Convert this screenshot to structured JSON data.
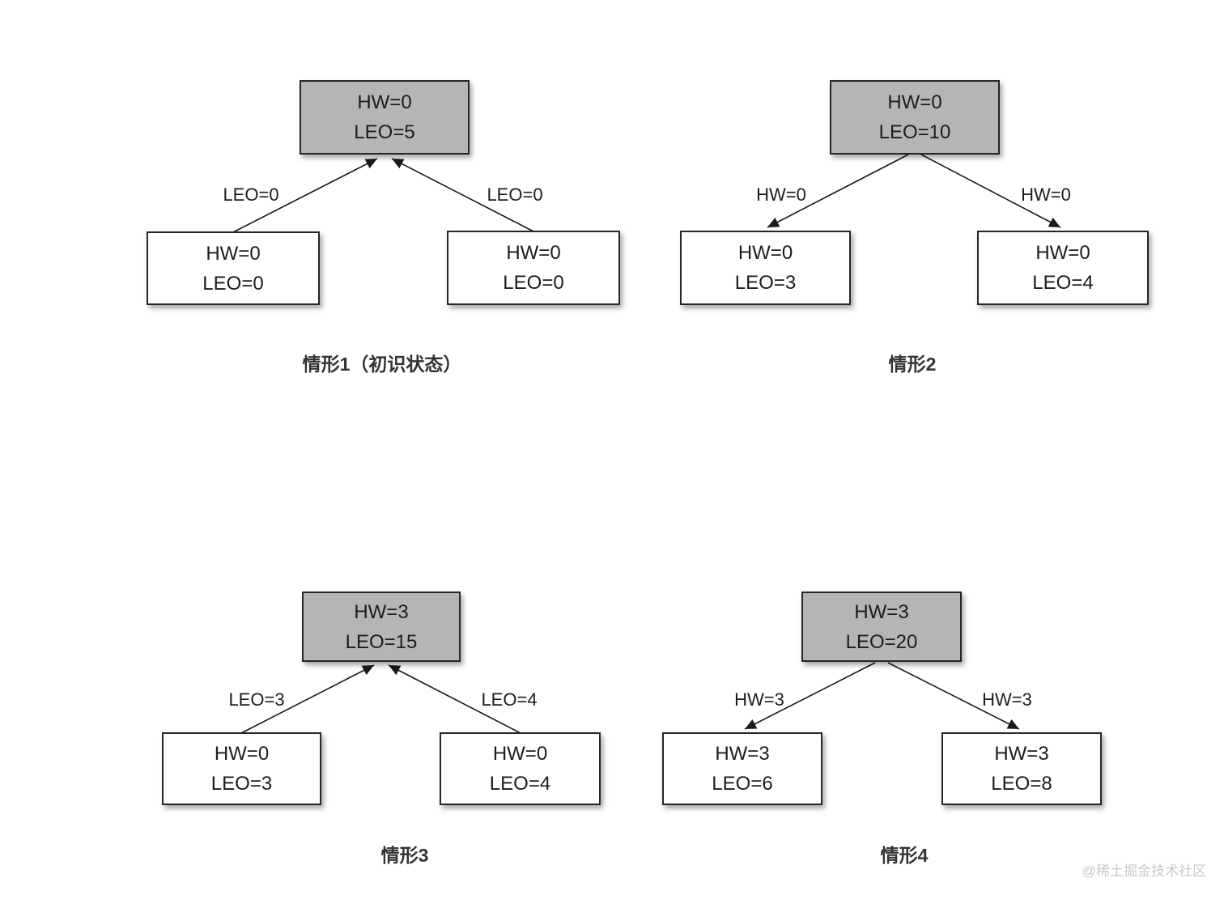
{
  "page": {
    "watermark": "@稀土掘金技术社区"
  },
  "colors": {
    "background": "#ffffff",
    "leader_fill": "#b5b5b5",
    "follower_fill": "#ffffff",
    "box_border": "#262626",
    "arrow_line": "#1a1a1a",
    "text": "#1c1c1c",
    "watermark": "#c9c9c9"
  },
  "diagrams": [
    {
      "id": "scenario-1",
      "caption": "情形1（初识状态）",
      "root": {
        "line1": "HW=0",
        "line2": "LEO=5"
      },
      "left_child": {
        "line1": "HW=0",
        "line2": "LEO=0"
      },
      "right_child": {
        "line1": "HW=0",
        "line2": "LEO=0"
      },
      "left_edge_label": "LEO=0",
      "right_edge_label": "LEO=0",
      "arrow_direction": "children-to-root"
    },
    {
      "id": "scenario-2",
      "caption": "情形2",
      "root": {
        "line1": "HW=0",
        "line2": "LEO=10"
      },
      "left_child": {
        "line1": "HW=0",
        "line2": "LEO=3"
      },
      "right_child": {
        "line1": "HW=0",
        "line2": "LEO=4"
      },
      "left_edge_label": "HW=0",
      "right_edge_label": "HW=0",
      "arrow_direction": "root-to-children"
    },
    {
      "id": "scenario-3",
      "caption": "情形3",
      "root": {
        "line1": "HW=3",
        "line2": "LEO=15"
      },
      "left_child": {
        "line1": "HW=0",
        "line2": "LEO=3"
      },
      "right_child": {
        "line1": "HW=0",
        "line2": "LEO=4"
      },
      "left_edge_label": "LEO=3",
      "right_edge_label": "LEO=4",
      "arrow_direction": "children-to-root"
    },
    {
      "id": "scenario-4",
      "caption": "情形4",
      "root": {
        "line1": "HW=3",
        "line2": "LEO=20"
      },
      "left_child": {
        "line1": "HW=3",
        "line2": "LEO=6"
      },
      "right_child": {
        "line1": "HW=3",
        "line2": "LEO=8"
      },
      "left_edge_label": "HW=3",
      "right_edge_label": "HW=3",
      "arrow_direction": "root-to-children"
    }
  ]
}
